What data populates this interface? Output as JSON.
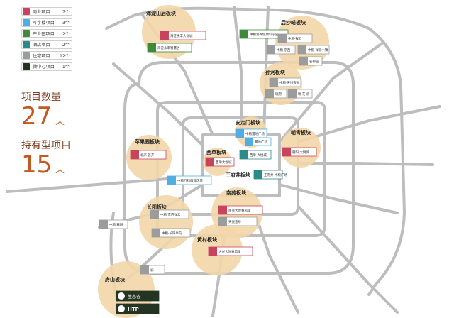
{
  "legend": [
    {
      "label": "商业项目",
      "count": "7个",
      "color": "#c8445c"
    },
    {
      "label": "写字楼项目",
      "count": "3个",
      "color": "#52aee0"
    },
    {
      "label": "产业园项目",
      "count": "2个",
      "color": "#3e8a3a"
    },
    {
      "label": "酒店项目",
      "count": "2个",
      "color": "#2c8b88"
    },
    {
      "label": "住宅项目",
      "count": "12个",
      "color": "#9b9c9e"
    },
    {
      "label": "微中心项目",
      "count": "1个",
      "color": "#233522"
    }
  ],
  "stats": {
    "count_label": "项目数量",
    "count_value": "27",
    "count_unit": "个",
    "hold_label": "持有型项目",
    "hold_value": "15",
    "hold_unit": "个"
  },
  "colors": {
    "ring": "#bdbdbd",
    "district_fill": "#f3d6a8",
    "district_label": "#222222",
    "commercial": "#c8445c",
    "office": "#52aee0",
    "park": "#3e8a3a",
    "hotel": "#2c8b88",
    "residential": "#9b9c9e",
    "micro": "#233522"
  },
  "districts": [
    {
      "id": "haidian-shanhou",
      "name": "海淀山后板块"
    },
    {
      "id": "houshayu",
      "name": "后沙峪板块"
    },
    {
      "id": "sunhe",
      "name": "孙河板块"
    },
    {
      "id": "andingmen",
      "name": "安定门板块"
    },
    {
      "id": "chaoqing",
      "name": "朝青板块"
    },
    {
      "id": "pingguoyuan",
      "name": "苹果园板块"
    },
    {
      "id": "xidan",
      "name": "西单板块"
    },
    {
      "id": "wangfujing",
      "name": "王府井板块"
    },
    {
      "id": "nanyuan",
      "name": "南苑板块"
    },
    {
      "id": "changyang",
      "name": "长阳板块"
    },
    {
      "id": "huangcun",
      "name": "黄村板块"
    },
    {
      "id": "fangshan",
      "name": "房山板块"
    }
  ],
  "projects": [
    {
      "type": "commercial",
      "label": "海淀永丰大悦城"
    },
    {
      "type": "park",
      "label": "海淀永丰智慧谷"
    },
    {
      "type": "park",
      "label": "中粮营养健康科学园"
    },
    {
      "type": "residential",
      "label": "中粮·祥云"
    },
    {
      "type": "residential",
      "label": "中粮·京西"
    },
    {
      "type": "residential",
      "label": "中粮·祥云小镇"
    },
    {
      "type": "residential",
      "label": "名都园"
    },
    {
      "type": "residential",
      "label": "中粮·天悦壹号"
    },
    {
      "type": "residential",
      "label": "瑞府"
    },
    {
      "type": "residential",
      "label": "瑞·花·云"
    },
    {
      "type": "commercial",
      "label": "北京·首开"
    },
    {
      "type": "office",
      "label": "中粮置地广场"
    },
    {
      "type": "office",
      "label": "置地广场"
    },
    {
      "type": "commercial",
      "label": "朝阳·大悦城"
    },
    {
      "type": "commercial",
      "label": "西单大悦城"
    },
    {
      "type": "hotel",
      "label": "西单·大悦城"
    },
    {
      "type": "hotel",
      "label": "王府井·中粮广场"
    },
    {
      "type": "residential",
      "label": "中粮·鑫园"
    },
    {
      "type": "office",
      "label": "中粮万科假日风景"
    },
    {
      "type": "residential",
      "label": "中粮·京西祥云"
    },
    {
      "type": "residential",
      "label": "中粮·长阳半岛"
    },
    {
      "type": "commercial",
      "label": "南苑大悦春风里"
    },
    {
      "type": "residential",
      "label": "天悦壹号"
    },
    {
      "type": "commercial",
      "label": "大兴大悦春风里"
    },
    {
      "type": "residential",
      "label": "诚"
    },
    {
      "type": "micro",
      "label": "生态谷"
    },
    {
      "type": "micro",
      "label": "HTP"
    }
  ]
}
